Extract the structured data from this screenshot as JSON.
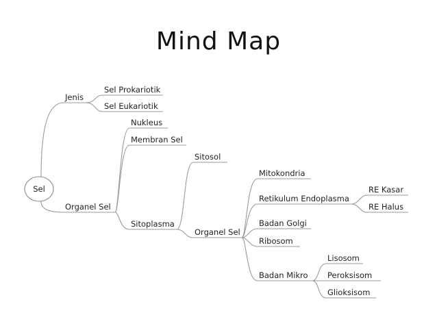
{
  "title": "Mind Map",
  "nodes": {
    "root": "Sel",
    "jenis": "Jenis",
    "sel_prokariotik": "Sel Prokariotik",
    "sel_eukariotik": "Sel Eukariotik",
    "organel_sel_1": "Organel Sel",
    "nukleus": "Nukleus",
    "membran_sel": "Membran Sel",
    "sitoplasma": "Sitoplasma",
    "sitosol": "Sitosol",
    "organel_sel_2": "Organel Sel",
    "mitokondria": "Mitokondria",
    "retikulum": "Retikulum Endoplasma",
    "re_kasar": "RE Kasar",
    "re_halus": "RE Halus",
    "badan_golgi": "Badan Golgi",
    "ribosom": "Ribosom",
    "badan_mikro": "Badan Mikro",
    "lisosom": "Lisosom",
    "peroksisom": "Peroksisom",
    "glioksisom": "Glioksisom"
  }
}
